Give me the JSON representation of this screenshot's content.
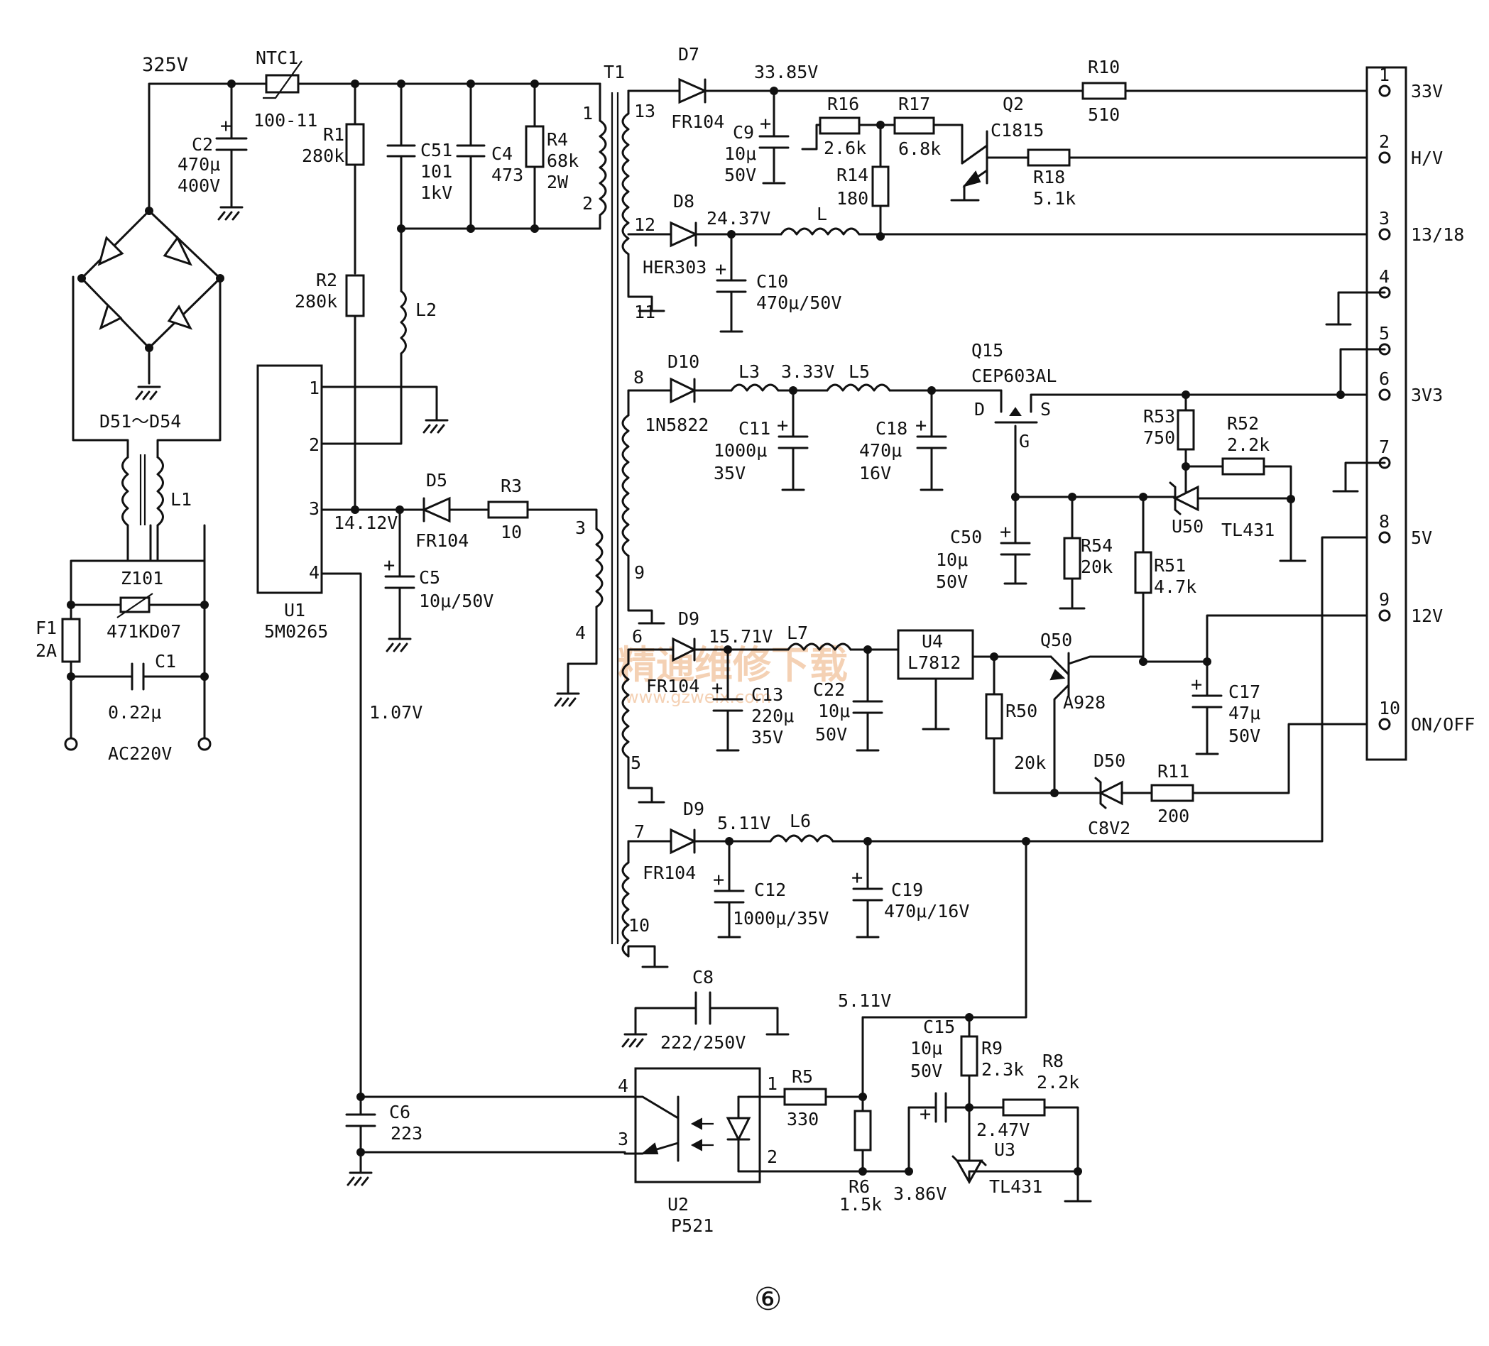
{
  "figure_number": "⑥",
  "watermark": {
    "text": "精通维修下载",
    "url": "www.gzweix.com"
  },
  "connector": {
    "pins": [
      {
        "num": "1",
        "label": "33V"
      },
      {
        "num": "2",
        "label": "H/V"
      },
      {
        "num": "3",
        "label": "13/18"
      },
      {
        "num": "4",
        "label": ""
      },
      {
        "num": "5",
        "label": ""
      },
      {
        "num": "6",
        "label": "3V3"
      },
      {
        "num": "7",
        "label": ""
      },
      {
        "num": "8",
        "label": "5V"
      },
      {
        "num": "9",
        "label": "12V"
      },
      {
        "num": "10",
        "label": "ON/OFF"
      }
    ]
  },
  "voltages": {
    "v325": "325V",
    "v33_85": "33.85V",
    "v24_37": "24.37V",
    "v3_33": "3.33V",
    "v15_71": "15.71V",
    "v5_11a": "5.11V",
    "v5_11b": "5.11V",
    "v14_12": "14.12V",
    "v1_07": "1.07V",
    "v2_47": "2.47V",
    "v3_86": "3.86V"
  },
  "input": {
    "ac": "AC220V",
    "f1": [
      "F1",
      "2A"
    ],
    "c1": [
      "C1",
      "0.22μ"
    ],
    "z101": [
      "Z101",
      "471KD07"
    ],
    "l1": "L1",
    "bridge": "D51～D54",
    "c2": [
      "C2",
      "470μ",
      "400V"
    ],
    "ntc": [
      "NTC1",
      "100-11"
    ]
  },
  "primary": {
    "r1": [
      "R1",
      "280k"
    ],
    "r2": [
      "R2",
      "280k"
    ],
    "c51": [
      "C51",
      "101",
      "1kV"
    ],
    "c4": [
      "C4",
      "473"
    ],
    "r4": [
      "R4",
      "68k",
      "2W"
    ],
    "l2": "L2",
    "u1": [
      "U1",
      "5M0265"
    ],
    "u1_pins": [
      "1",
      "2",
      "3",
      "4"
    ],
    "d5": [
      "D5",
      "FR104"
    ],
    "r3": [
      "R3",
      "10"
    ],
    "c5": [
      "C5",
      "10μ/50V"
    ],
    "aux_pins": [
      "3",
      "4"
    ],
    "c6": [
      "C6",
      "223"
    ],
    "c8": [
      "C8",
      "222/250V"
    ]
  },
  "transformer": {
    "name": "T1",
    "pins": [
      "1",
      "2",
      "13",
      "12",
      "11",
      "8",
      "9",
      "6",
      "5",
      "7",
      "10"
    ]
  },
  "secondary": {
    "d7": [
      "D7",
      "FR104"
    ],
    "c9": [
      "C9",
      "10μ",
      "50V"
    ],
    "r16": [
      "R16",
      "2.6k"
    ],
    "r17": [
      "R17",
      "6.8k"
    ],
    "r14": [
      "R14",
      "180"
    ],
    "q2": [
      "Q2",
      "C1815"
    ],
    "r10": [
      "R10",
      "510"
    ],
    "r18": [
      "R18",
      "5.1k"
    ],
    "d8": [
      "D8",
      "HER303"
    ],
    "c10": [
      "C10",
      "470μ/50V"
    ],
    "l": "L",
    "d10": [
      "D10",
      "1N5822"
    ],
    "l3": "L3",
    "l5": "L5",
    "c11": [
      "C11",
      "1000μ",
      "35V"
    ],
    "c18": [
      "C18",
      "470μ",
      "16V"
    ],
    "q15": [
      "Q15",
      "CEP603AL"
    ],
    "q15_pins": [
      "D",
      "S",
      "G"
    ],
    "r53": [
      "R53",
      "750"
    ],
    "r52": [
      "R52",
      "2.2k"
    ],
    "u50": [
      "U50",
      "TL431"
    ],
    "c50": [
      "C50",
      "10μ",
      "50V"
    ],
    "r54": [
      "R54",
      "20k"
    ],
    "r51": [
      "R51",
      "4.7k"
    ],
    "d9a": "D9",
    "d9b": [
      "D9",
      "FR104"
    ],
    "l7": "L7",
    "c13": [
      "C13",
      "220μ",
      "35V"
    ],
    "c22": [
      "C22",
      "10μ",
      "50V"
    ],
    "u4": [
      "U4",
      "L7812"
    ],
    "q50": [
      "Q50",
      "A928"
    ],
    "r50": [
      "R50",
      "20k"
    ],
    "d50": [
      "D50",
      "C8V2"
    ],
    "r11": [
      "R11",
      "200"
    ],
    "c17": [
      "C17",
      "47μ",
      "50V"
    ],
    "fr104_d9": "FR104",
    "l6": "L6",
    "c12": [
      "C12",
      "1000μ/35V"
    ],
    "c19": [
      "C19",
      "470μ/16V"
    ]
  },
  "feedback": {
    "c15": [
      "C15",
      "10μ",
      "50V"
    ],
    "r9": [
      "R9",
      "2.3k"
    ],
    "r8": [
      "R8",
      "2.2k"
    ],
    "r5": [
      "R5",
      "330"
    ],
    "r6": [
      "R6",
      "1.5k"
    ],
    "u3": [
      "U3",
      "TL431"
    ],
    "u2": [
      "U2",
      "P521"
    ],
    "u2_pins": [
      "1",
      "2",
      "3",
      "4"
    ]
  }
}
